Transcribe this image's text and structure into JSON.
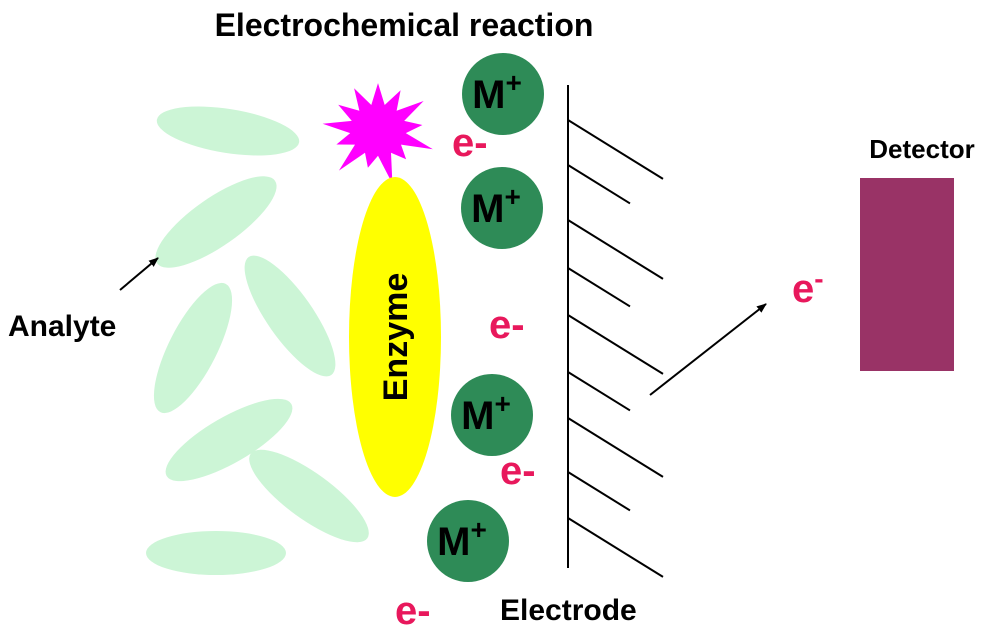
{
  "title": "Electrochemical reaction",
  "labels": {
    "analyte": "Analyte",
    "enzyme": "Enzyme",
    "electrode": "Electrode",
    "detector": "Detector"
  },
  "mediator": {
    "base": "M",
    "charge": "+"
  },
  "electron": {
    "text": "e-",
    "base": "e",
    "charge": "-"
  },
  "colors": {
    "analyte": "#ccf5d6",
    "enzyme": "#ffff00",
    "mediator": "#2e8b57",
    "reaction_burst": "#ff00ff",
    "electron": "#e8185c",
    "detector": "#993366",
    "line": "#000000"
  }
}
